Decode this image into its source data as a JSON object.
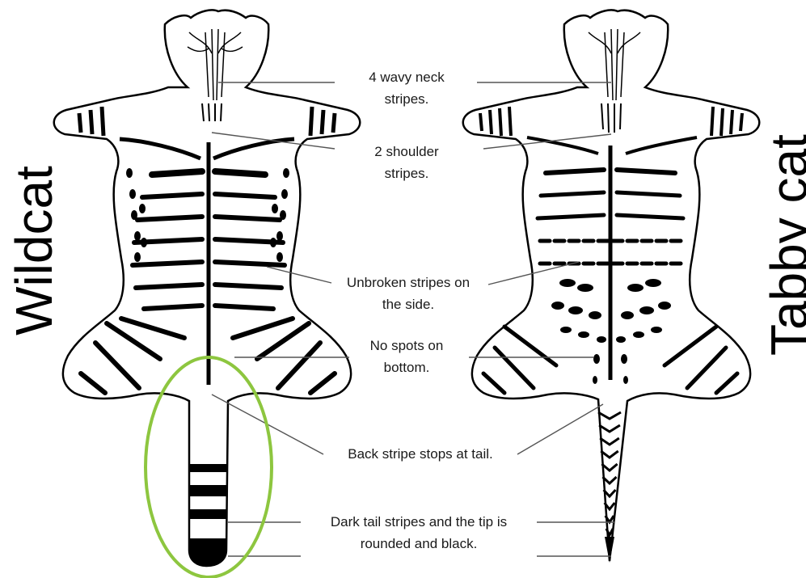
{
  "titles": {
    "left": "Wildcat",
    "right": "Tabby cat"
  },
  "labels": [
    {
      "id": "neck",
      "line1": "4 wavy neck",
      "line2": "stripes."
    },
    {
      "id": "shoulder",
      "line1": "2 shoulder",
      "line2": "stripes."
    },
    {
      "id": "side",
      "line1": "Unbroken stripes on",
      "line2": "the side."
    },
    {
      "id": "bottom",
      "line1": "No spots on",
      "line2": "bottom."
    },
    {
      "id": "back",
      "line1": "Back stripe stops at tail.",
      "line2": ""
    },
    {
      "id": "tail",
      "line1": "Dark tail stripes and the tip is",
      "line2": "rounded and black."
    }
  ],
  "colors": {
    "ink": "#000000",
    "leader_line": "#555555",
    "highlight_ellipse": "#8dc63f"
  }
}
